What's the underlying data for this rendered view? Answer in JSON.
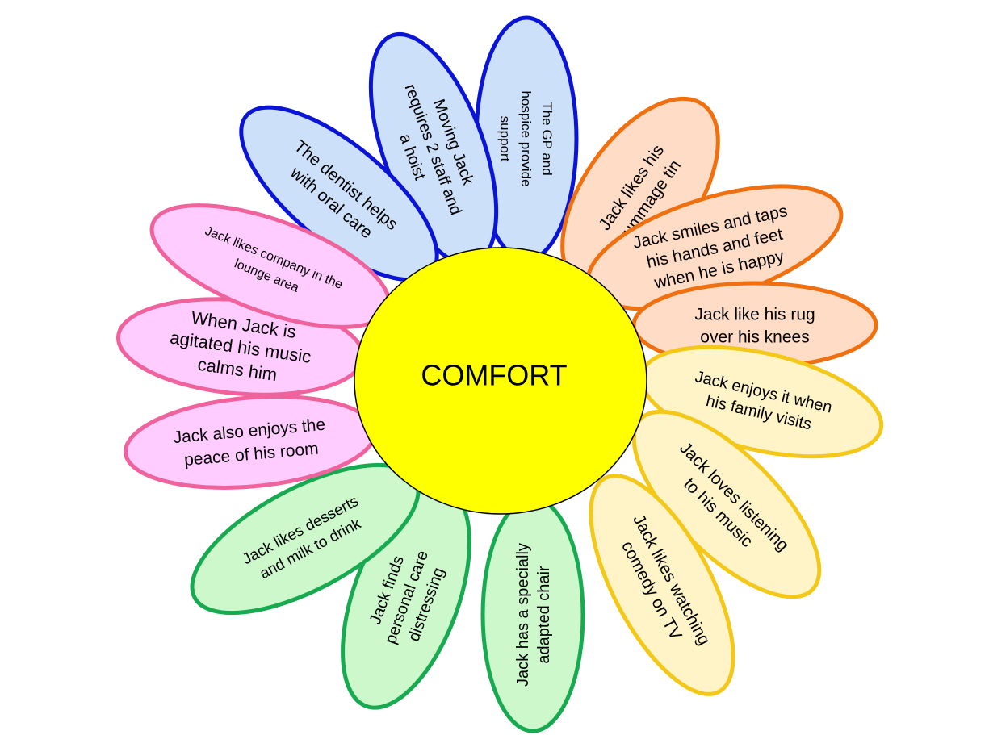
{
  "diagram": {
    "center": {
      "label": "COMFORT",
      "fill": "#ffff00"
    },
    "colors": {
      "blue": {
        "fill": "#cce0fa",
        "stroke": "#0a14d6"
      },
      "orange": {
        "fill": "#ffdcc6",
        "stroke": "#f07010"
      },
      "yellow": {
        "fill": "#fff3c8",
        "stroke": "#f4c818"
      },
      "green": {
        "fill": "#ccf8cc",
        "stroke": "#18aa50"
      },
      "pink": {
        "fill": "#ffccff",
        "stroke": "#f0629c"
      }
    },
    "petals": [
      {
        "id": "gp-hospice",
        "color": "blue",
        "lines": [
          "The GP and",
          "hospice provide",
          "support"
        ]
      },
      {
        "id": "moving-hoist",
        "color": "blue",
        "lines": [
          "Moving Jack",
          "requires 2 staff and",
          "a hoist"
        ]
      },
      {
        "id": "dentist",
        "color": "blue",
        "lines": [
          "The dentist helps",
          "with oral care"
        ]
      },
      {
        "id": "rummage-tin",
        "color": "orange",
        "lines": [
          "Jack likes his",
          "rummage tin"
        ]
      },
      {
        "id": "smiles-taps",
        "color": "orange",
        "lines": [
          "Jack smiles and taps",
          "his hands and feet",
          "when he is happy"
        ]
      },
      {
        "id": "rug",
        "color": "orange",
        "lines": [
          "Jack like his rug",
          "over his knees"
        ]
      },
      {
        "id": "family-visits",
        "color": "yellow",
        "lines": [
          "Jack enjoys it when",
          "his family visits"
        ]
      },
      {
        "id": "music",
        "color": "yellow",
        "lines": [
          "Jack loves listening",
          "to his music"
        ]
      },
      {
        "id": "comedy",
        "color": "yellow",
        "lines": [
          "Jack likes watching",
          "comedy on TV"
        ]
      },
      {
        "id": "adapted-chair",
        "color": "green",
        "lines": [
          "Jack has a specially",
          "adapted chair"
        ]
      },
      {
        "id": "personal-care",
        "color": "green",
        "lines": [
          "Jack finds",
          "personal care",
          "distressing"
        ]
      },
      {
        "id": "desserts",
        "color": "green",
        "lines": [
          "Jack likes desserts",
          "and milk to drink"
        ]
      },
      {
        "id": "peace-room",
        "color": "pink",
        "lines": [
          "Jack also enjoys the",
          "peace of his room"
        ]
      },
      {
        "id": "agitated-music",
        "color": "pink",
        "lines": [
          "When Jack is",
          "agitated his music",
          "calms him"
        ]
      },
      {
        "id": "company-lounge",
        "color": "pink",
        "lines": [
          "Jack likes company in the",
          "lounge area"
        ]
      }
    ]
  }
}
